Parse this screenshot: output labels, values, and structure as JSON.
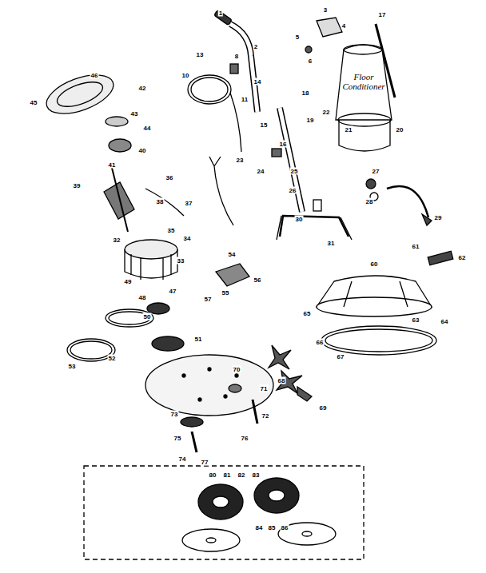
{
  "diagram": {
    "labels": [
      "1",
      "2",
      "3",
      "4",
      "5",
      "17",
      "13",
      "8",
      "6",
      "10",
      "14",
      "18",
      "11",
      "22",
      "21",
      "19",
      "15",
      "16",
      "20",
      "23",
      "24",
      "25",
      "26",
      "27",
      "28",
      "29",
      "30",
      "31",
      "Floor Conditioner",
      "46",
      "42",
      "45",
      "43",
      "44",
      "40",
      "41",
      "39",
      "36",
      "38",
      "37",
      "35",
      "34",
      "33",
      "32",
      "47",
      "49",
      "48",
      "50",
      "51",
      "52",
      "53",
      "54",
      "55",
      "56",
      "57",
      "60",
      "61",
      "62",
      "63",
      "64",
      "65",
      "66",
      "67",
      "68",
      "69",
      "70",
      "71",
      "72",
      "73",
      "74",
      "75",
      "76",
      "77",
      "80",
      "81",
      "82",
      "83",
      "84",
      "85",
      "86"
    ]
  }
}
